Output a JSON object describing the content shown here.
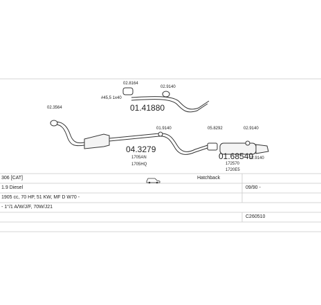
{
  "parts": {
    "front_pipe_bracket": "02.8164",
    "front_pipe_clamp": "02.9140",
    "front_pipe_note": "#45,5 1x40",
    "front_pipe": "01.41880",
    "downpipe_gasket": "02.3564",
    "catalyst_clamp": "01.9140",
    "catalyst": "04.3279",
    "catalyst_ref1": "1705AN",
    "catalyst_ref2": "1705HQ",
    "rear_box_hanger": "05.8292",
    "rear_box_clamp": "02.9140",
    "rear_box_clamp2": "02.9140",
    "rear_box": "01.68540",
    "rear_box_ref1": "172570",
    "rear_box_ref2": "1720E5"
  },
  "vehicle": {
    "model": "306 [CAT]",
    "body_label": "Hatchback",
    "engine": "1.9 Diesel",
    "date_range": "09/90 -",
    "spec": "1905 cc, 70 HP, 51 KW, MF D W70 -",
    "engine_codes": "- 1°/1 A/W/J/F, 70W/J21",
    "diagram_code": "C260510"
  },
  "icons": {
    "vehicle": "car-icon"
  }
}
